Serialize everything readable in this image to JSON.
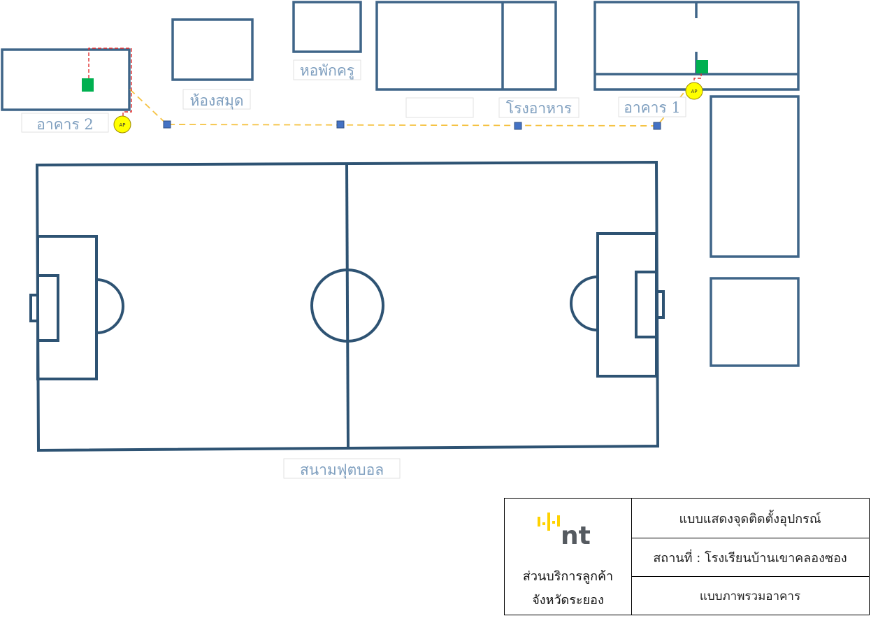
{
  "colors": {
    "building_outline": "#3f6588",
    "field_outline": "#2e5373",
    "route": "#f5c242",
    "node": "#4472c4",
    "access_point": "#ffff00",
    "device": "#00b050",
    "label_text": "#7f9fbf",
    "logo_yellow": "#ffd200",
    "logo_gray": "#555a60"
  },
  "labels": {
    "building2": "อาคาร 2",
    "library": "ห้องสมุด",
    "teacher_dorm": "หอพักครู",
    "unnamed_building": "",
    "canteen": "โรงอาหาร",
    "building1": "อาคาร 1",
    "football_field": "สนามฟุตบอล"
  },
  "access_points": [
    {
      "name": "ap-building2",
      "label": "AP"
    },
    {
      "name": "ap-building1",
      "label": "AP"
    }
  ],
  "icons": {
    "access_point": "access-point-icon",
    "device": "network-device-icon",
    "node": "cable-junction-icon",
    "logo": "nt-logo"
  },
  "title_block": {
    "logo_text": "nt",
    "org_line1": "ส่วนบริการลูกค้า",
    "org_line2": "จังหวัดระยอง",
    "title": "แบบแสดงจุดติดตั้งอุปกรณ์",
    "location": "สถานที่ : โรงเรียนบ้านเขาคลองซอง",
    "drawing_type": "แบบภาพรวมอาคาร"
  }
}
